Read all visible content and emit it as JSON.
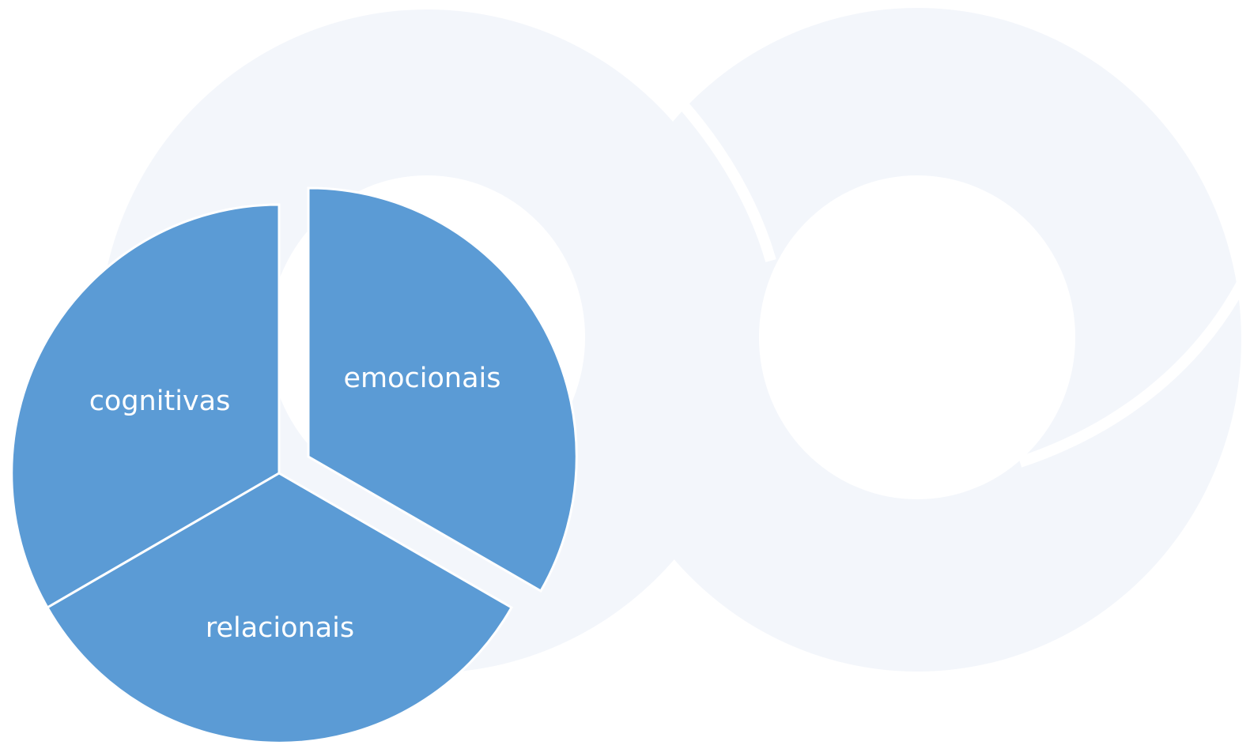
{
  "colors": {
    "background": "#ffffff",
    "watermark": "#f3f6fb",
    "segment_fill": "#5b9bd5",
    "segment_stroke": "#ffffff",
    "label_text": "#ffffff"
  },
  "background": {
    "watermark_icon": "infinity-loop-watermark-icon"
  },
  "cycle": {
    "segments": [
      {
        "id": "cognitivas",
        "label": "cognitivas",
        "exploded": false
      },
      {
        "id": "emocionais",
        "label": "emocionais",
        "exploded": true
      },
      {
        "id": "relacionais",
        "label": "relacionais",
        "exploded": false
      }
    ]
  }
}
